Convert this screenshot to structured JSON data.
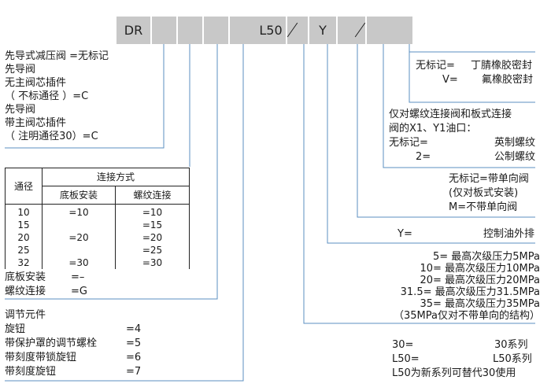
{
  "model_code": {
    "cells": [
      "DR",
      "",
      "",
      "",
      "",
      "L50",
      "",
      "Y",
      "",
      ""
    ]
  },
  "pilot_section": {
    "lines": [
      "先导式减压阀 =无标记",
      "先导阀",
      "无主阀芯插件",
      "（ 不标通径 ）=C",
      "先导阀",
      "带主阀芯插件",
      "（ 注明通径30）=C"
    ]
  },
  "connection_table": {
    "header_size": "通径",
    "header_conn": "连接方式",
    "header_sub": "底板安装",
    "header_thread": "螺纹连接",
    "rows": [
      {
        "size": "10",
        "sub": "=10",
        "thread": "=10"
      },
      {
        "size": "15",
        "sub": "",
        "thread": "=15"
      },
      {
        "size": "20",
        "sub": "=20",
        "thread": "=20"
      },
      {
        "size": "25",
        "sub": "",
        "thread": "=25"
      },
      {
        "size": "32",
        "sub": "=30",
        "thread": "=30"
      }
    ]
  },
  "mounting": {
    "subplate_label": "底板安装",
    "subplate_value": "=–",
    "thread_label": "螺纹连接",
    "thread_value": "=G"
  },
  "adjust": {
    "title": "调节元件",
    "items": [
      {
        "label": "旋钮",
        "value": "=4"
      },
      {
        "label": "带保护罩的调节螺栓",
        "value": "=5"
      },
      {
        "label": "带刻度带锁旋钮",
        "value": "=6"
      },
      {
        "label": "带刻度旋钮",
        "value": "=7"
      }
    ]
  },
  "seal": {
    "row1_label": "无标记=",
    "row1_value": "丁腈橡胶密封",
    "row2_label": "V=",
    "row2_value": "氟橡胶密封"
  },
  "port_thread": {
    "line1": "仅对螺纹连接阀和板式连接",
    "line2": "阀的X1、Y1油口：",
    "row1_label": "无标记=",
    "row1_value": "英制螺纹",
    "row2_label": "2=",
    "row2_value": "公制螺纹"
  },
  "check_valve": {
    "line1": "无标记=带单向阀",
    "line2": "(仅对板式安装)",
    "line3": "M=不带单向阀"
  },
  "drain": {
    "label": "Y=",
    "value": "控制油外排"
  },
  "pressure": {
    "lines": [
      "5=  最高次级压力5MPa",
      "10=  最高次级压力10MPa",
      "20=  最高次级压力20MPa",
      "31.5=  最高次级压力31.5MPa",
      "35=  最高次级压力35MPa",
      "（35MPa仅对不带单向的结构）"
    ]
  },
  "series": {
    "row1_label": "30=",
    "row1_value": "30系列",
    "row2_label": "L50=",
    "row2_value": "L50系列",
    "note": "L50为新系列可替代30使用"
  },
  "colors": {
    "cell_gray": "#c8c8c8",
    "line_blue": "#5b8fc0"
  }
}
